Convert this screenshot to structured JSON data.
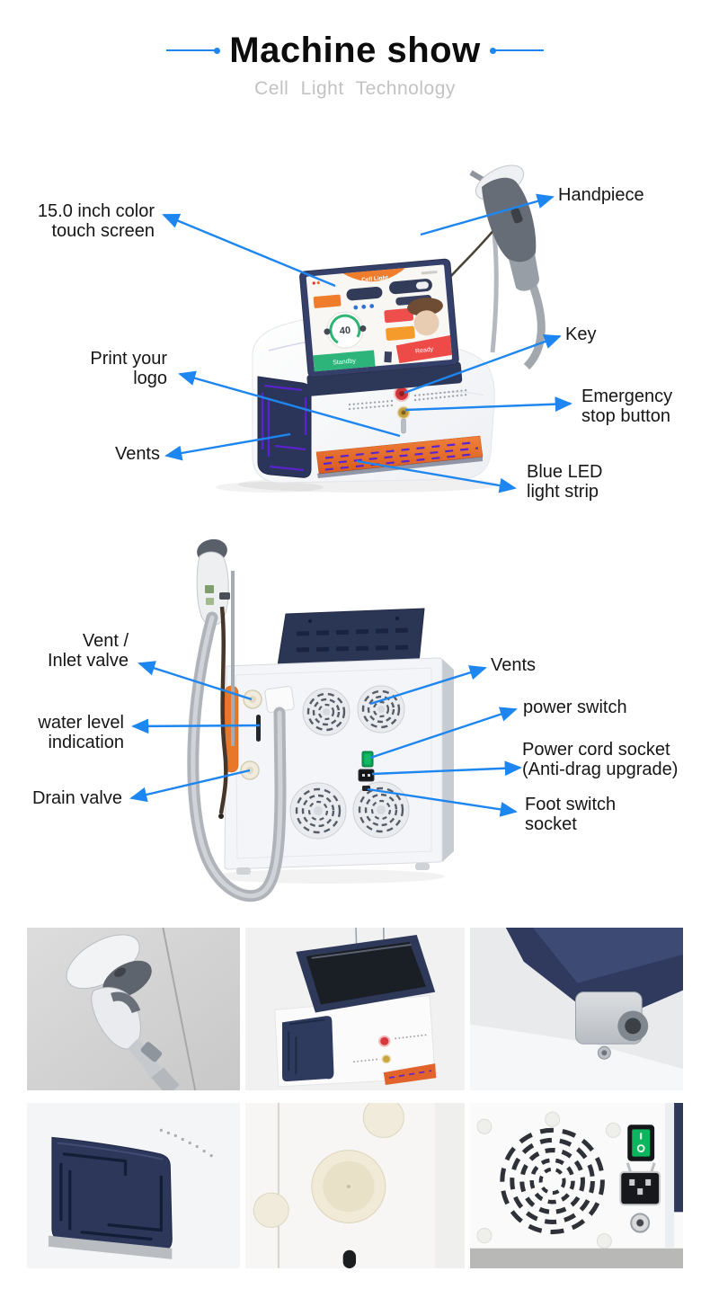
{
  "header": {
    "title": "Machine show",
    "subtitle": "Cell Light Technology"
  },
  "front": {
    "labels": {
      "touch_screen": {
        "line1": "15.0 inch color",
        "line2": "touch screen"
      },
      "handpiece": {
        "line1": "Handpiece"
      },
      "key": {
        "line1": "Key"
      },
      "emergency": {
        "line1": "Emergency",
        "line2": "stop button"
      },
      "print_logo": {
        "line1": "Print your",
        "line2": "logo"
      },
      "vents": {
        "line1": "Vents"
      },
      "led_strip": {
        "line1": "Blue LED",
        "line2": "light strip"
      }
    },
    "screen": {
      "logo": "Cell Light",
      "gauge_value": "40",
      "standby": "Standby",
      "ready": "Ready"
    }
  },
  "back": {
    "labels": {
      "inlet_valve": {
        "line1": "Vent /",
        "line2": "Inlet valve"
      },
      "water_level": {
        "line1": "water level",
        "line2": "indication"
      },
      "drain_valve": {
        "line1": "Drain valve"
      },
      "vents": {
        "line1": "Vents"
      },
      "power_switch": {
        "line1": "power switch"
      },
      "power_cord": {
        "line1": "Power cord socket",
        "line2": "(Anti-drag upgrade)"
      },
      "foot_switch": {
        "line1": "Foot switch",
        "line2": "socket"
      }
    }
  },
  "colors": {
    "accent_blue": "#1e86f0",
    "machine_navy": "#2e3858",
    "machine_orange": "#e8672f",
    "vent_purple": "#5b24d0",
    "standby_green": "#2db47a",
    "ready_red": "#ee4a48"
  }
}
